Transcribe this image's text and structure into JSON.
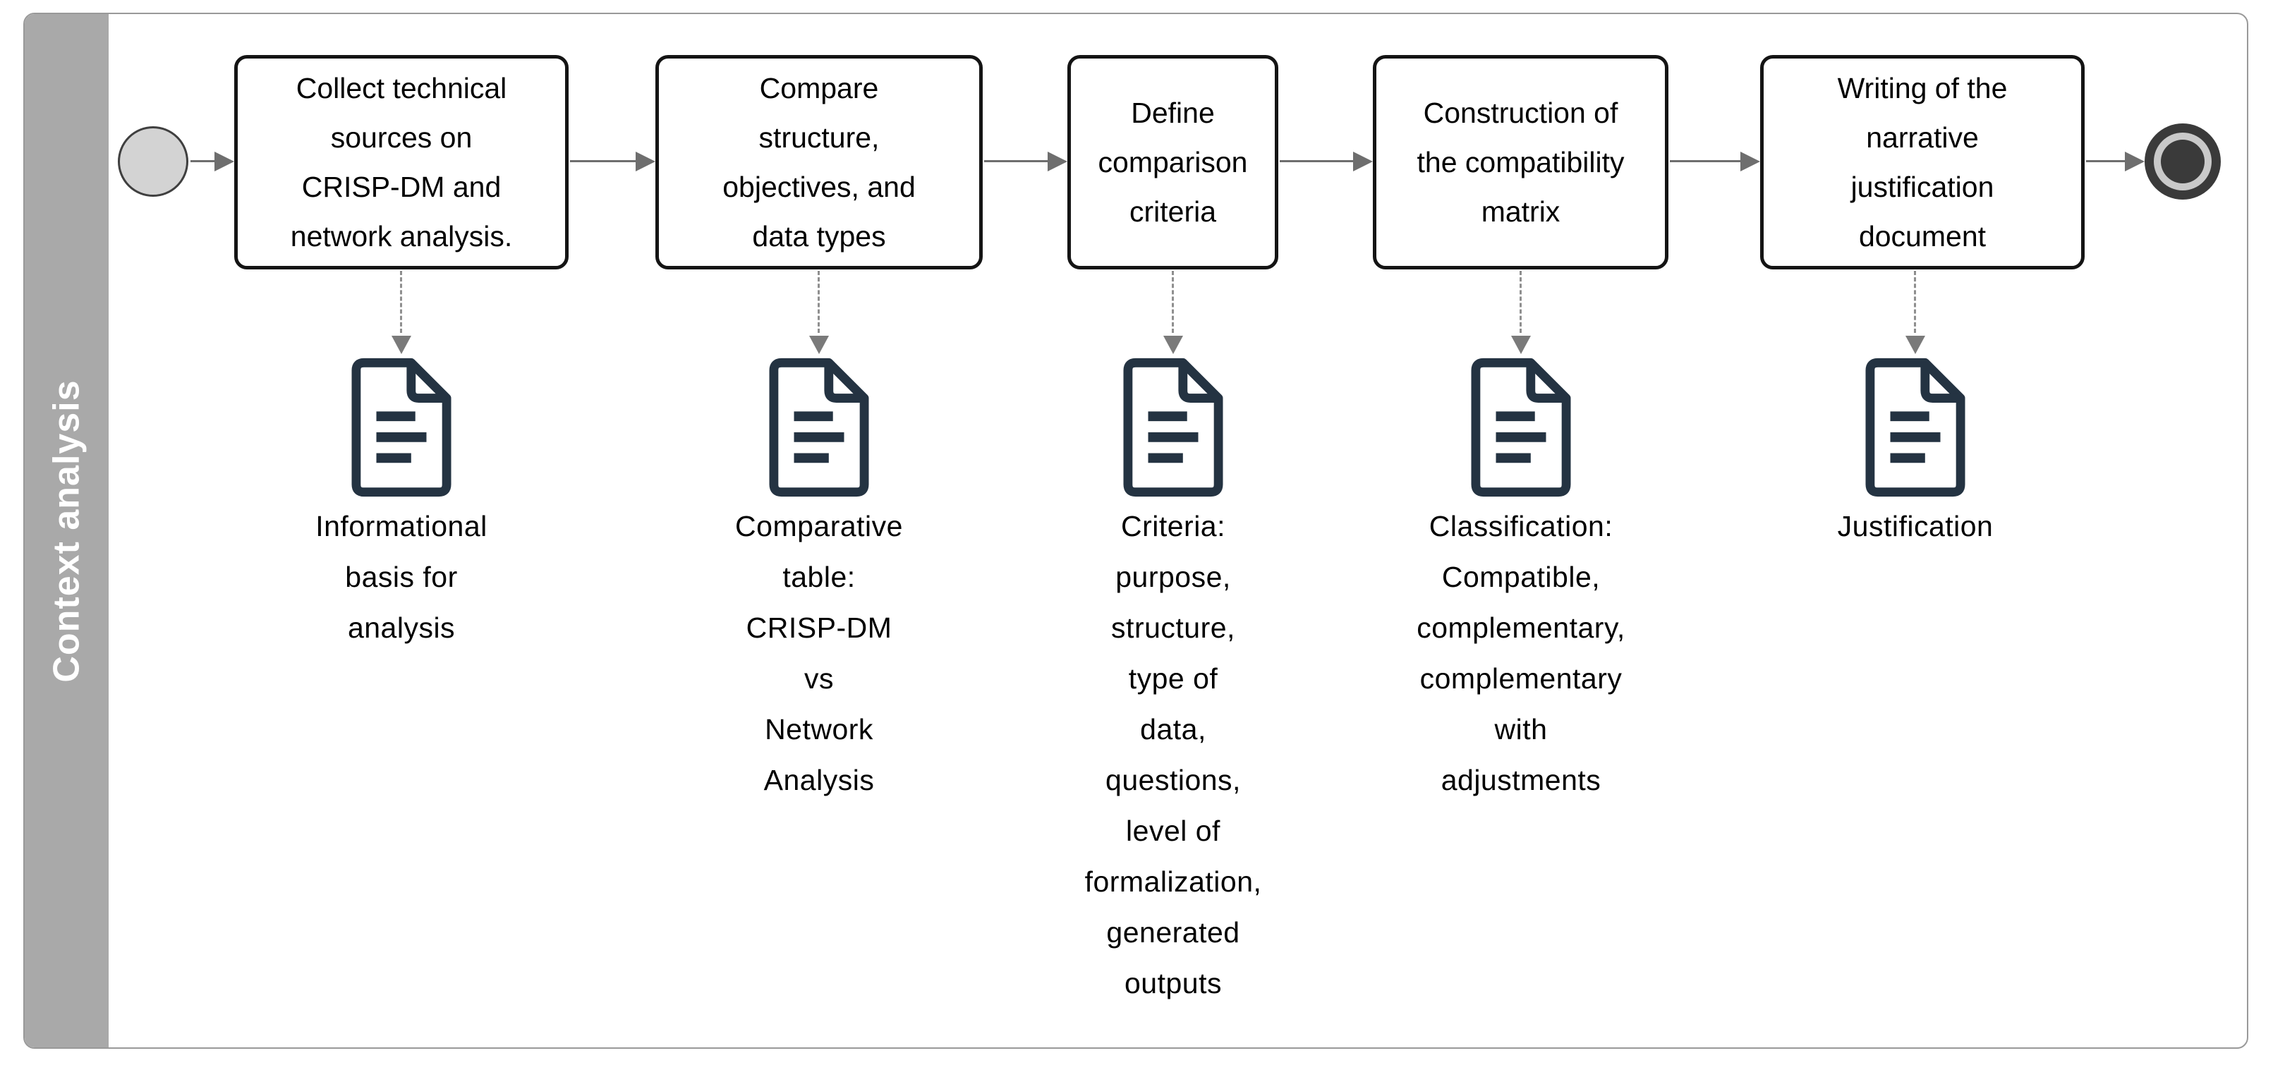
{
  "lane": {
    "label": "Context analysis"
  },
  "tasks": [
    {
      "label": "Collect technical\nsources on\nCRISP-DM and\nnetwork analysis.",
      "artifact_label": "Informational\nbasis for\nanalysis"
    },
    {
      "label": "Compare\nstructure,\nobjectives, and\ndata types",
      "artifact_label": "Comparative\ntable:\nCRISP-DM\nvs\nNetwork\nAnalysis"
    },
    {
      "label": "Define\ncomparison\ncriteria",
      "artifact_label": "Criteria:\npurpose,\nstructure,\ntype of\ndata,\nquestions,\nlevel of\nformalization,\ngenerated\noutputs"
    },
    {
      "label": "Construction of\nthe compatibility\nmatrix",
      "artifact_label": "Classification:\nCompatible,\ncomplementary,\ncomplementary\nwith\nadjustments"
    },
    {
      "label": "Writing of the\nnarrative\njustification\ndocument",
      "artifact_label": "Justification"
    }
  ],
  "icons": {
    "start_event": "start-event-circle",
    "end_event": "end-event-circle",
    "artifact": "document-icon"
  },
  "colors": {
    "lane_band": "#a9a9a9",
    "pool_border": "#999999",
    "task_border": "#141414",
    "flow_arrow": "#6e6e6e",
    "association_dash": "#8f8f8f",
    "document_icon": "#243342",
    "start_fill": "#d3d3d3",
    "event_dark": "#3a3a3a",
    "event_light_ring": "#c9c9c9",
    "lane_text": "#ffffff",
    "task_text": "#000000"
  }
}
